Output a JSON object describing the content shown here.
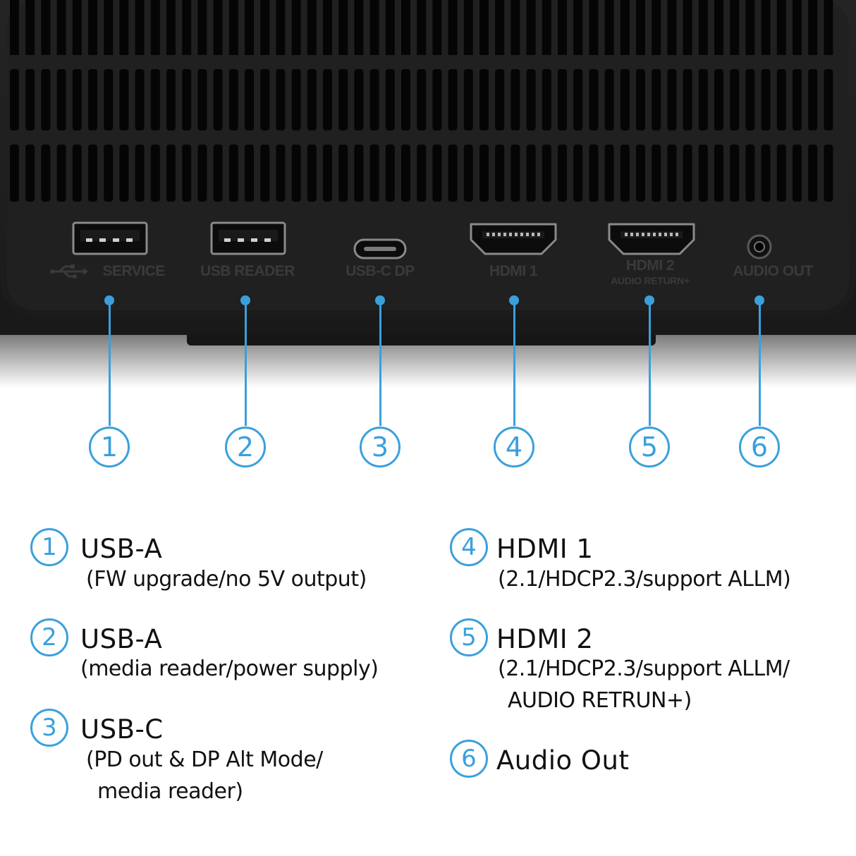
{
  "ports": [
    {
      "number": "1",
      "panel_label": "SERVICE"
    },
    {
      "number": "2",
      "panel_label": "USB READER"
    },
    {
      "number": "3",
      "panel_label": "USB-C DP"
    },
    {
      "number": "4",
      "panel_label": "HDMI 1"
    },
    {
      "number": "5",
      "panel_label": "HDMI 2",
      "panel_label_2": "AUDIO RETURN+"
    },
    {
      "number": "6",
      "panel_label": "AUDIO OUT"
    }
  ],
  "legend": [
    {
      "number": "1",
      "title": "USB-A",
      "lines": [
        "(FW upgrade/no 5V output)"
      ]
    },
    {
      "number": "2",
      "title": "USB-A",
      "lines": [
        "(media reader/power supply)"
      ]
    },
    {
      "number": "3",
      "title": "USB-C",
      "lines": [
        "(PD out & DP Alt Mode/",
        "media reader)"
      ]
    },
    {
      "number": "4",
      "title": "HDMI 1",
      "lines": [
        "(2.1/HDCP2.3/support ALLM)"
      ]
    },
    {
      "number": "5",
      "title": "HDMI 2",
      "lines": [
        "(2.1/HDCP2.3/support ALLM/",
        "AUDIO RETRUN+)"
      ]
    },
    {
      "number": "6",
      "title": "Audio Out",
      "lines": []
    }
  ],
  "colors": {
    "accent": "#3aa0dc",
    "device": "#1c1c1d",
    "vent": "#050505",
    "label_on_device": "#3a3a3a"
  }
}
